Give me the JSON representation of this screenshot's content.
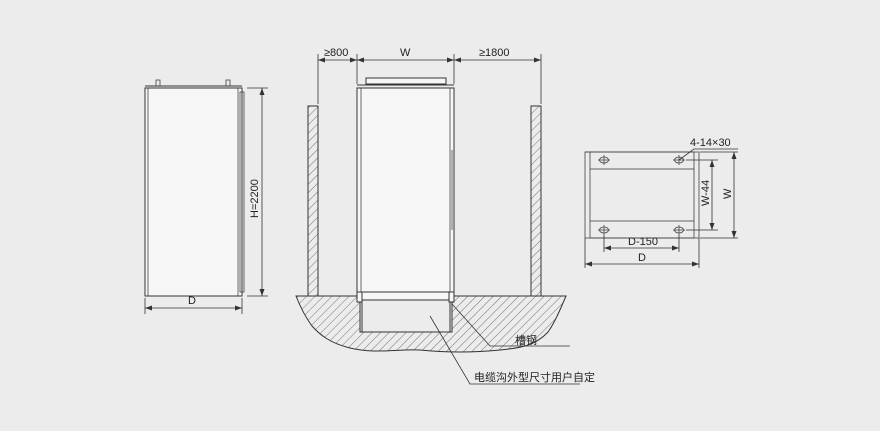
{
  "labels": {
    "front_depth": "D",
    "front_height": "H=2200",
    "clear_left": "≥800",
    "width": "W",
    "clear_right": "≥1800",
    "channel_steel": "槽钢",
    "cable_trench": "电缆沟外型尺寸用户自定",
    "base_holes": "4-14×30",
    "base_width_inner": "W-44",
    "base_width": "W",
    "base_depth_inner": "D-150",
    "base_depth": "D"
  },
  "colors": {
    "background": "#ececec",
    "line": "#333333",
    "panel_fill": "#f7f7f7"
  }
}
